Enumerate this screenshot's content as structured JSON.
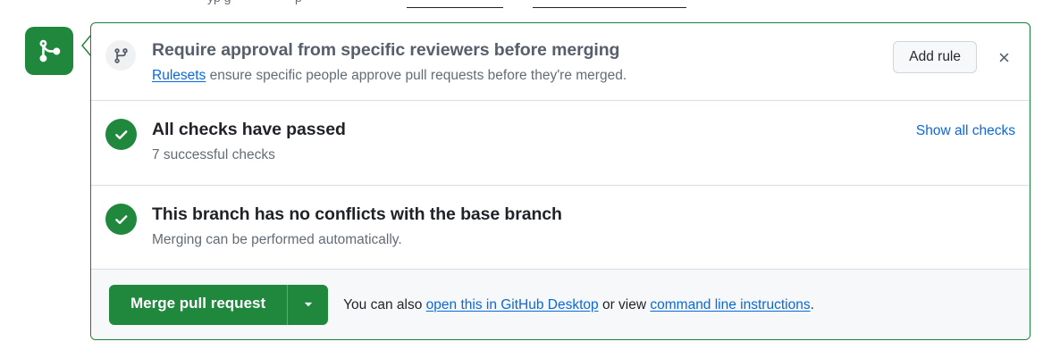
{
  "badge": {
    "icon": "git-merge-icon",
    "color": "#1f883d"
  },
  "rule_section": {
    "icon": "git-branch-icon",
    "title": "Require approval from specific reviewers before merging",
    "desc_link": "Rulesets",
    "desc_rest": " ensure specific people approve pull requests before they're merged.",
    "add_rule_label": "Add rule",
    "close_label": "×"
  },
  "checks_section": {
    "icon": "check-circle-icon",
    "title": "All checks have passed",
    "subtitle": "7 successful checks",
    "show_all_label": "Show all checks"
  },
  "conflicts_section": {
    "icon": "check-circle-icon",
    "title": "This branch has no conflicts with the base branch",
    "subtitle": "Merging can be performed automatically."
  },
  "merge_bar": {
    "merge_label": "Merge pull request",
    "dropdown_icon": "chevron-down-icon",
    "note_prefix": "You can also ",
    "note_link1": "open this in GitHub Desktop",
    "note_middle": " or view ",
    "note_link2": "command line instructions",
    "note_suffix": "."
  },
  "colors": {
    "green": "#1f883d",
    "border_green": "#1a7f37",
    "link_blue": "#0969da",
    "muted": "#636c76",
    "bar_bg": "#f6f8fa"
  }
}
